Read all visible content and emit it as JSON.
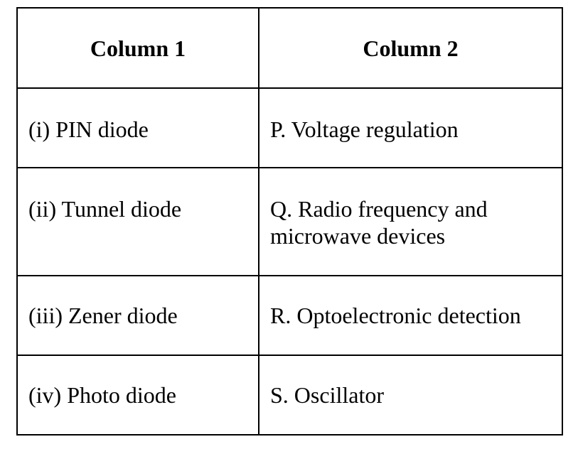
{
  "table": {
    "headers": [
      "Column 1",
      "Column 2"
    ],
    "rows": [
      [
        "(i) PIN diode",
        "P. Voltage regulation"
      ],
      [
        "(ii) Tunnel diode",
        "Q. Radio frequency and microwave devices"
      ],
      [
        "(iii) Zener diode",
        "R. Optoelectronic detection"
      ],
      [
        "(iv) Photo diode",
        "S. Oscillator"
      ]
    ]
  }
}
